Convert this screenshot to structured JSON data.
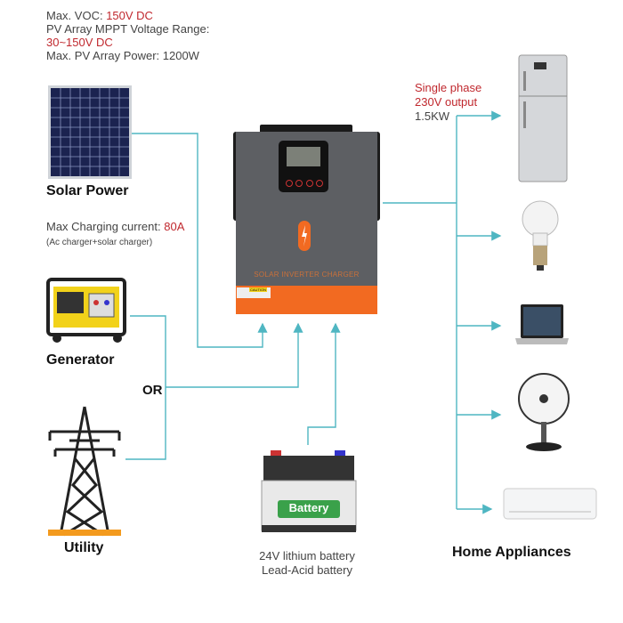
{
  "solar_specs": {
    "voc_label": "Max. VOC: ",
    "voc_value": "150V DC",
    "mppt_label": "PV Array MPPT Voltage Range:",
    "mppt_value": "30~150V DC",
    "max_power": "Max. PV Array Power: 1200W"
  },
  "solar_label": "Solar Power",
  "charging": {
    "label": "Max Charging current: ",
    "value": "80A",
    "note": "(Ac charger+solar charger)"
  },
  "generator_label": "Generator",
  "or_label": "OR",
  "utility_label": "Utility",
  "inverter": {
    "front_text": "SOLAR INVERTER CHARGER",
    "caution": "CAUTION"
  },
  "battery": {
    "label": "Battery",
    "type1": "24V lithium battery",
    "type2": "Lead-Acid battery"
  },
  "output": {
    "phase": "Single phase",
    "voltage": "230V output",
    "power": "1.5KW"
  },
  "appliances_label": "Home Appliances",
  "colors": {
    "line": "#4fb6c2",
    "accent": "#c0282e",
    "orange": "#f26a21"
  }
}
